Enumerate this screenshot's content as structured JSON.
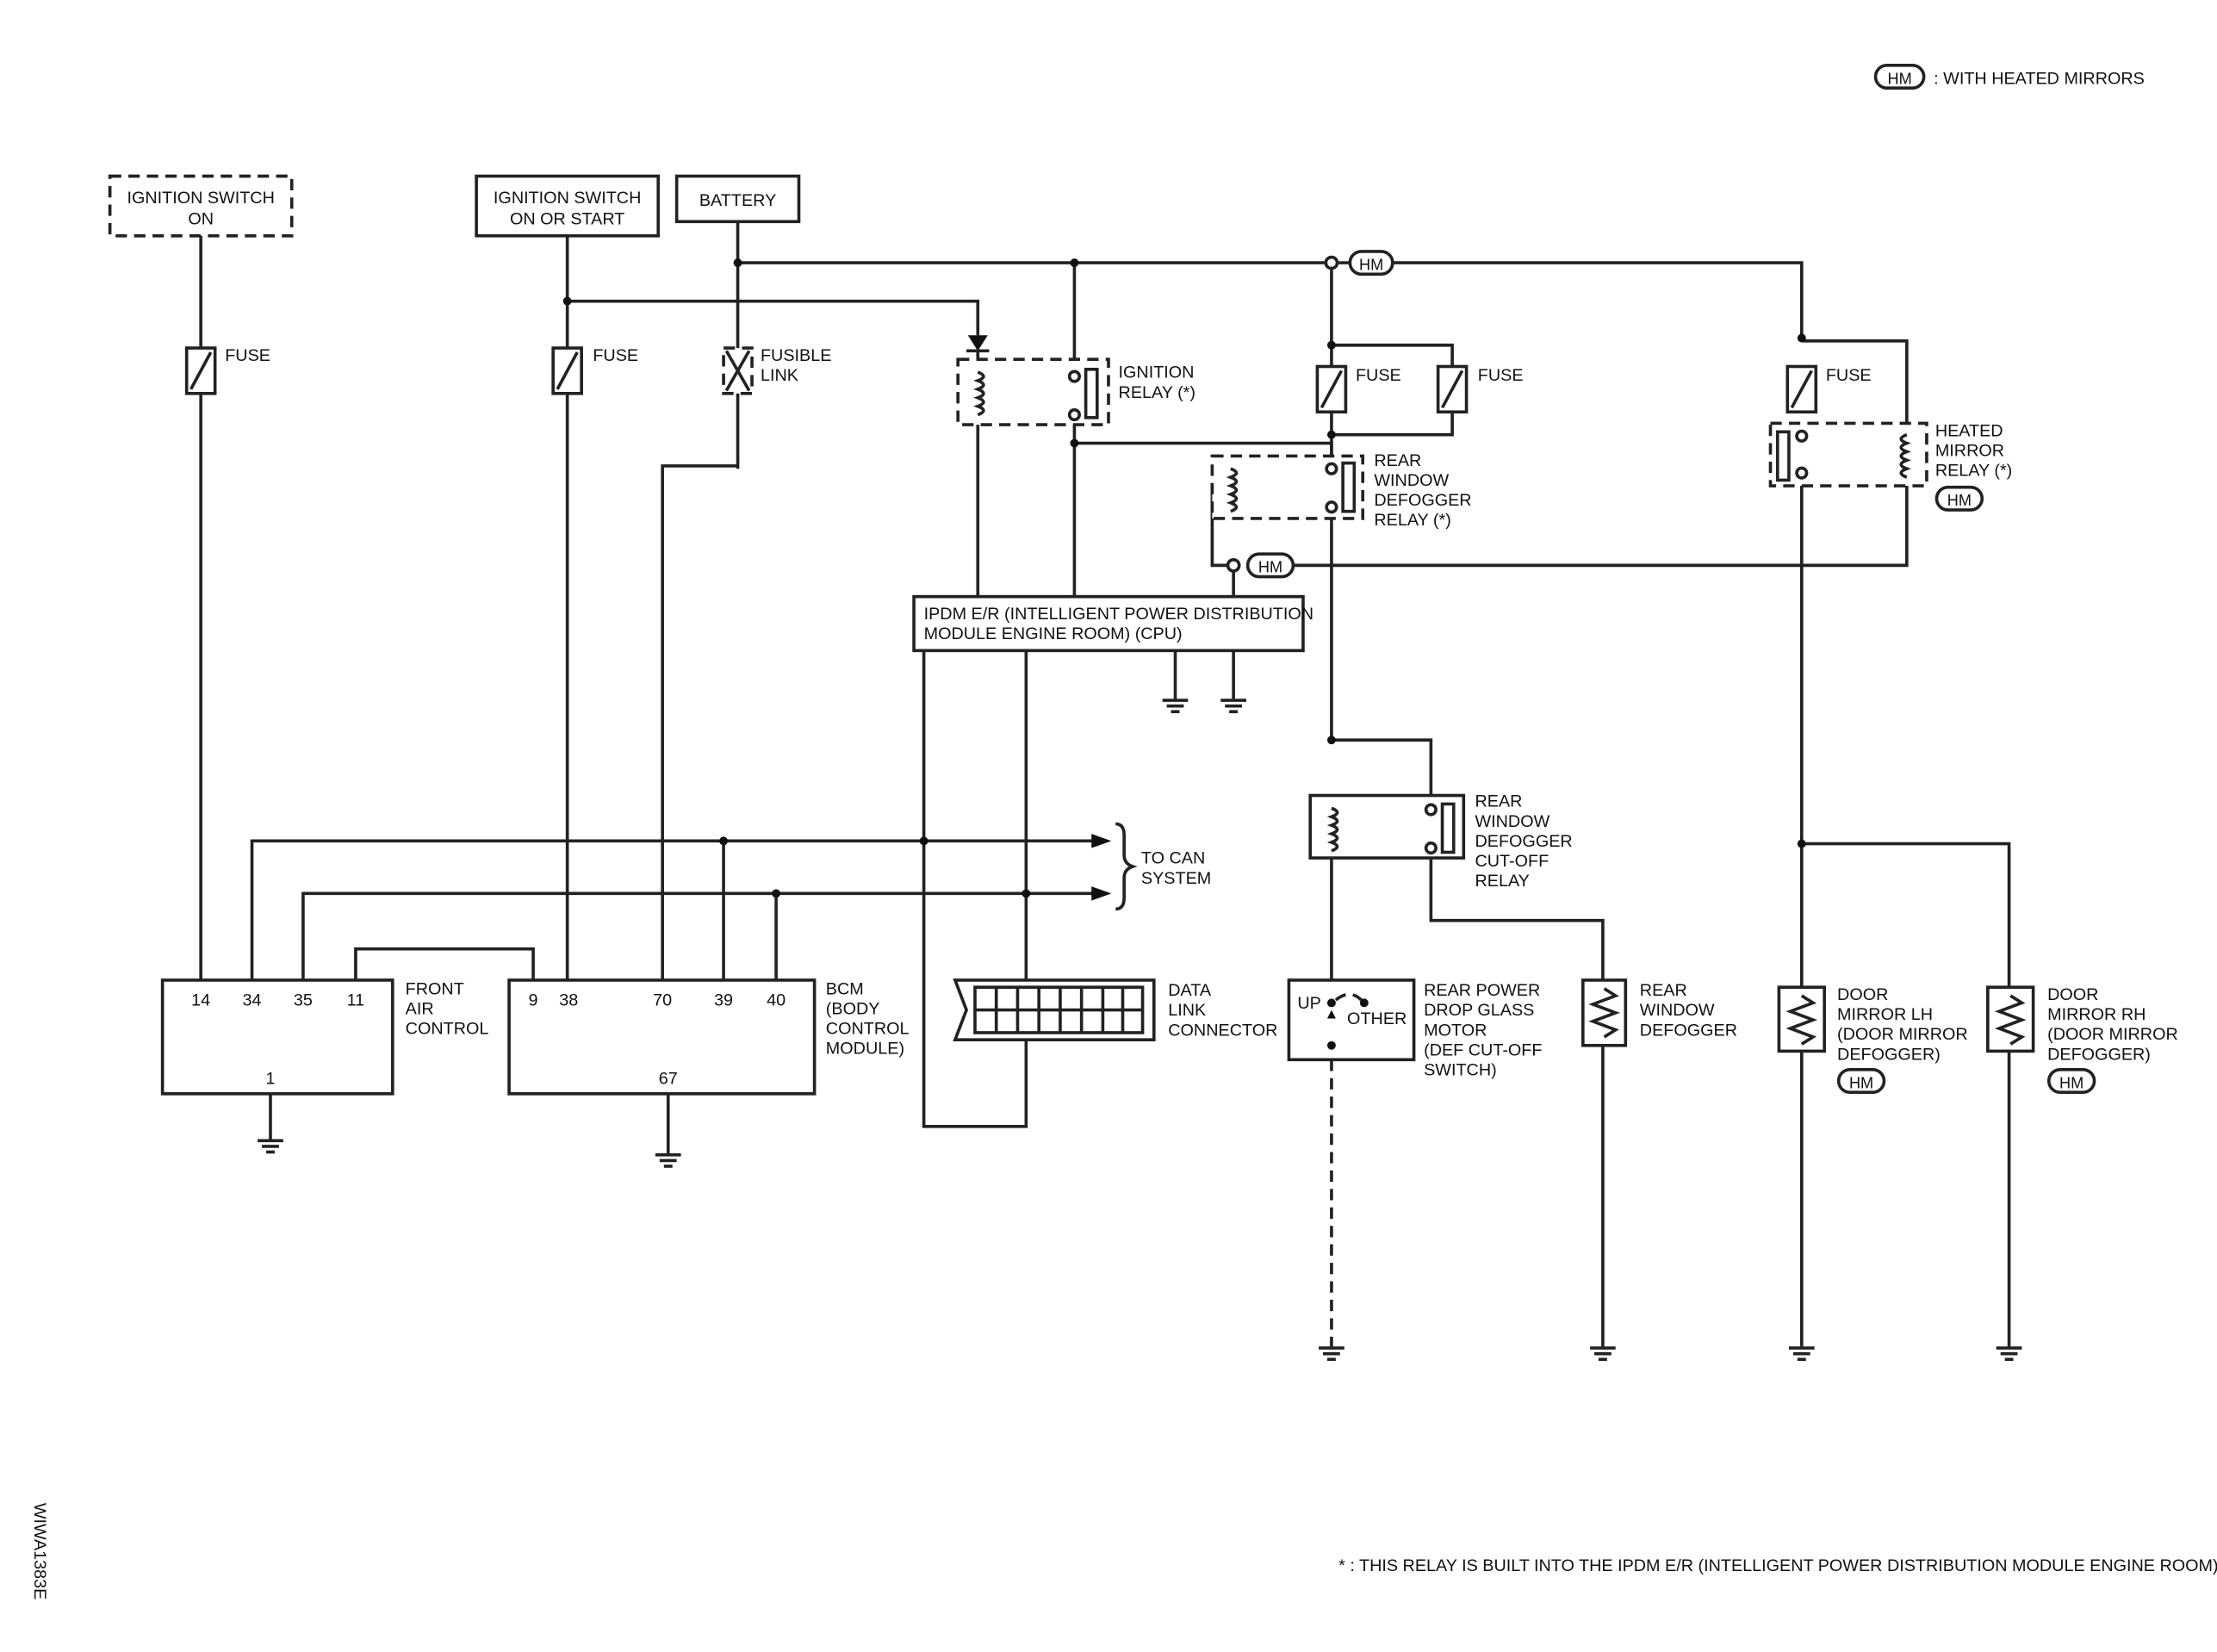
{
  "legend": {
    "hm_badge": "HM",
    "hm_text": ": WITH HEATED MIRRORS",
    "star_note": "* : THIS RELAY IS BUILT INTO THE IPDM E/R (INTELLIGENT POWER DISTRIBUTION MODULE ENGINE ROOM)"
  },
  "figure_code": "WIWA1383E",
  "sources": {
    "ign_on": [
      "IGNITION SWITCH",
      "ON"
    ],
    "ign_on_start": [
      "IGNITION SWITCH",
      "ON OR START"
    ],
    "battery": "BATTERY"
  },
  "fuses": {
    "fuse": "FUSE",
    "fusible_link": [
      "FUSIBLE",
      "LINK"
    ]
  },
  "relays": {
    "ignition": [
      "IGNITION",
      "RELAY (*)"
    ],
    "rear_defogger": [
      "REAR",
      "WINDOW",
      "DEFOGGER",
      "RELAY (*)"
    ],
    "heated_mirror": [
      "HEATED",
      "MIRROR",
      "RELAY (*)"
    ],
    "cutoff": [
      "REAR",
      "WINDOW",
      "DEFOGGER",
      "CUT-OFF",
      "RELAY"
    ]
  },
  "ipdm": [
    "IPDM E/R (INTELLIGENT POWER DISTRIBUTION",
    "MODULE ENGINE ROOM) (CPU)"
  ],
  "can": [
    "TO CAN",
    "SYSTEM"
  ],
  "front_air": {
    "label": [
      "FRONT",
      "AIR",
      "CONTROL"
    ],
    "pins": [
      "14",
      "34",
      "35",
      "11"
    ],
    "ground_pin": "1"
  },
  "bcm": {
    "label": [
      "BCM",
      "(BODY",
      "CONTROL",
      "MODULE)"
    ],
    "pins": [
      "9",
      "38",
      "70",
      "39",
      "40"
    ],
    "ground_pin": "67"
  },
  "dlc": [
    "DATA",
    "LINK",
    "CONNECTOR"
  ],
  "motor": {
    "up": "UP",
    "other": "OTHER",
    "label": [
      "REAR POWER",
      "DROP GLASS",
      "MOTOR",
      "(DEF CUT-OFF",
      "SWITCH)"
    ]
  },
  "loads": {
    "defogger": [
      "REAR",
      "WINDOW",
      "DEFOGGER"
    ],
    "mirror_lh": [
      "DOOR",
      "MIRROR LH",
      "(DOOR MIRROR",
      "DEFOGGER)"
    ],
    "mirror_rh": [
      "DOOR",
      "MIRROR RH",
      "(DOOR MIRROR",
      "DEFOGGER)"
    ]
  }
}
